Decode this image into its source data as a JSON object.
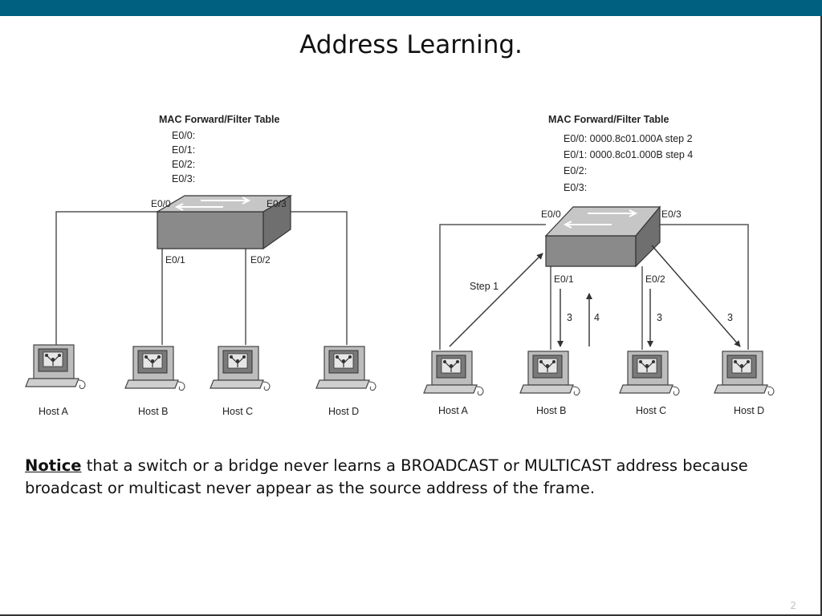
{
  "slide": {
    "title": "Address Learning.",
    "page_number": "2",
    "notice_bold": "Notice",
    "notice_text": " that a switch or a bridge never learns a BROADCAST or MULTICAST address because broadcast or multicast never appear as the source address of the frame."
  },
  "left_diagram": {
    "table_title": "MAC Forward/Filter Table",
    "entries": [
      "E0/0:",
      "E0/1:",
      "E0/2:",
      "E0/3:"
    ],
    "ports": [
      "E0/0",
      "E0/1",
      "E0/2",
      "E0/3"
    ],
    "hosts": [
      "Host A",
      "Host B",
      "Host C",
      "Host D"
    ]
  },
  "right_diagram": {
    "table_title": "MAC Forward/Filter Table",
    "entries": [
      "E0/0: 0000.8c01.000A  step 2",
      "E0/1: 0000.8c01.000B  step 4",
      "E0/2:",
      "E0/3:"
    ],
    "ports": [
      "E0/0",
      "E0/1",
      "E0/2",
      "E0/3"
    ],
    "hosts": [
      "Host A",
      "Host B",
      "Host C",
      "Host D"
    ],
    "step_labels": [
      "Step 1",
      "3",
      "4",
      "3",
      "3"
    ]
  }
}
